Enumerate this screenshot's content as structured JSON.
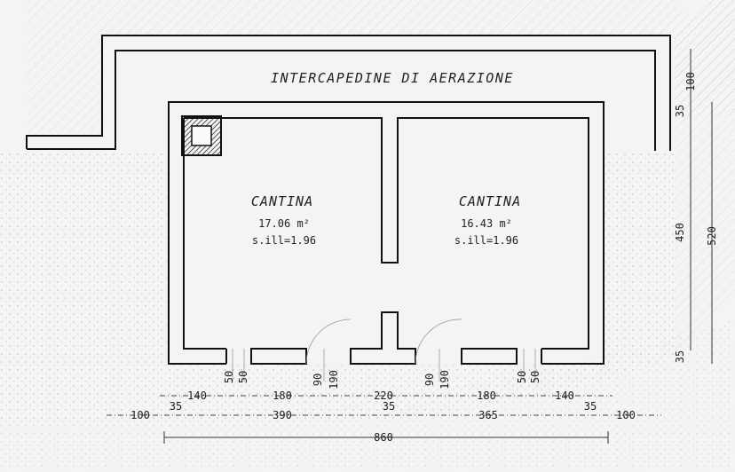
{
  "plan": {
    "gap_label": "INTERCAPEDINE DI AERAZIONE",
    "rooms": [
      {
        "name": "CANTINA",
        "area": "17.06 m²",
        "height": "s.ill=1.96"
      },
      {
        "name": "CANTINA",
        "area": "16.43 m²",
        "height": "s.ill=1.96"
      }
    ],
    "dims_bottom_row1": [
      "140",
      "50",
      "50",
      "180",
      "90",
      "190",
      "220",
      "90",
      "190",
      "180",
      "50",
      "50",
      "140"
    ],
    "dims_bottom_row2": [
      "100",
      "35",
      "390",
      "35",
      "365",
      "35",
      "100"
    ],
    "dims_bottom_total": "860",
    "dims_right": [
      "100",
      "35",
      "450",
      "520",
      "35"
    ]
  }
}
